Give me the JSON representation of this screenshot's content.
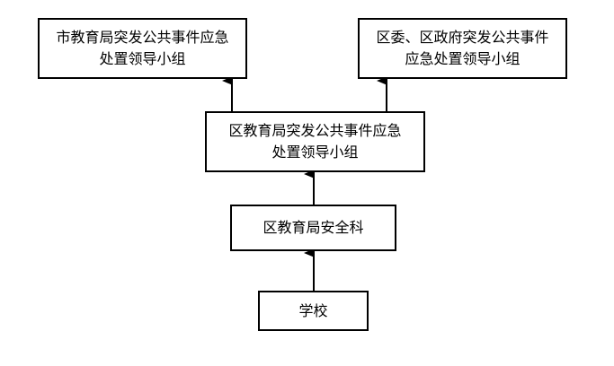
{
  "diagram": {
    "nodes": {
      "city_group": {
        "line1": "市教育局突发公共事件应急",
        "line2": "处置领导小组"
      },
      "district_gov_group": {
        "line1": "区委、区政府突发公共事件",
        "line2": "应急处置领导小组"
      },
      "bureau_group": {
        "line1": "区教育局突发公共事件应急",
        "line2": "处置领导小组"
      },
      "safety_section": {
        "label": "区教育局安全科"
      },
      "school": {
        "label": "学校"
      }
    },
    "edges": [
      {
        "from": "school",
        "to": "safety_section"
      },
      {
        "from": "safety_section",
        "to": "bureau_group"
      },
      {
        "from": "bureau_group",
        "to": "city_group"
      },
      {
        "from": "bureau_group",
        "to": "district_gov_group"
      }
    ]
  }
}
